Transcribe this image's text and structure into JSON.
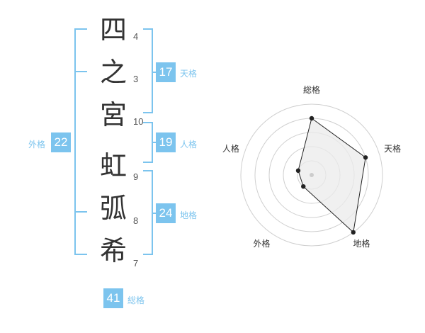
{
  "name": {
    "chars": [
      {
        "char": "四",
        "strokes": "4"
      },
      {
        "char": "之",
        "strokes": "3"
      },
      {
        "char": "宮",
        "strokes": "10"
      },
      {
        "char": "虹",
        "strokes": "9"
      },
      {
        "char": "弧",
        "strokes": "8"
      },
      {
        "char": "希",
        "strokes": "7"
      }
    ]
  },
  "fortunes": {
    "tenkaku": {
      "label": "天格",
      "value": "17"
    },
    "jinkaku": {
      "label": "人格",
      "value": "19"
    },
    "chikaku": {
      "label": "地格",
      "value": "24"
    },
    "gaikaku": {
      "label": "外格",
      "value": "22"
    },
    "soukaku": {
      "label": "総格",
      "value": "41"
    }
  },
  "colors": {
    "accent": "#7cc4ee",
    "text": "#333333"
  },
  "chart_data": {
    "type": "radar",
    "axes": [
      "総格",
      "天格",
      "地格",
      "外格",
      "人格"
    ],
    "values": [
      4,
      4,
      5,
      1,
      1
    ],
    "max": 5,
    "rings": 5
  }
}
